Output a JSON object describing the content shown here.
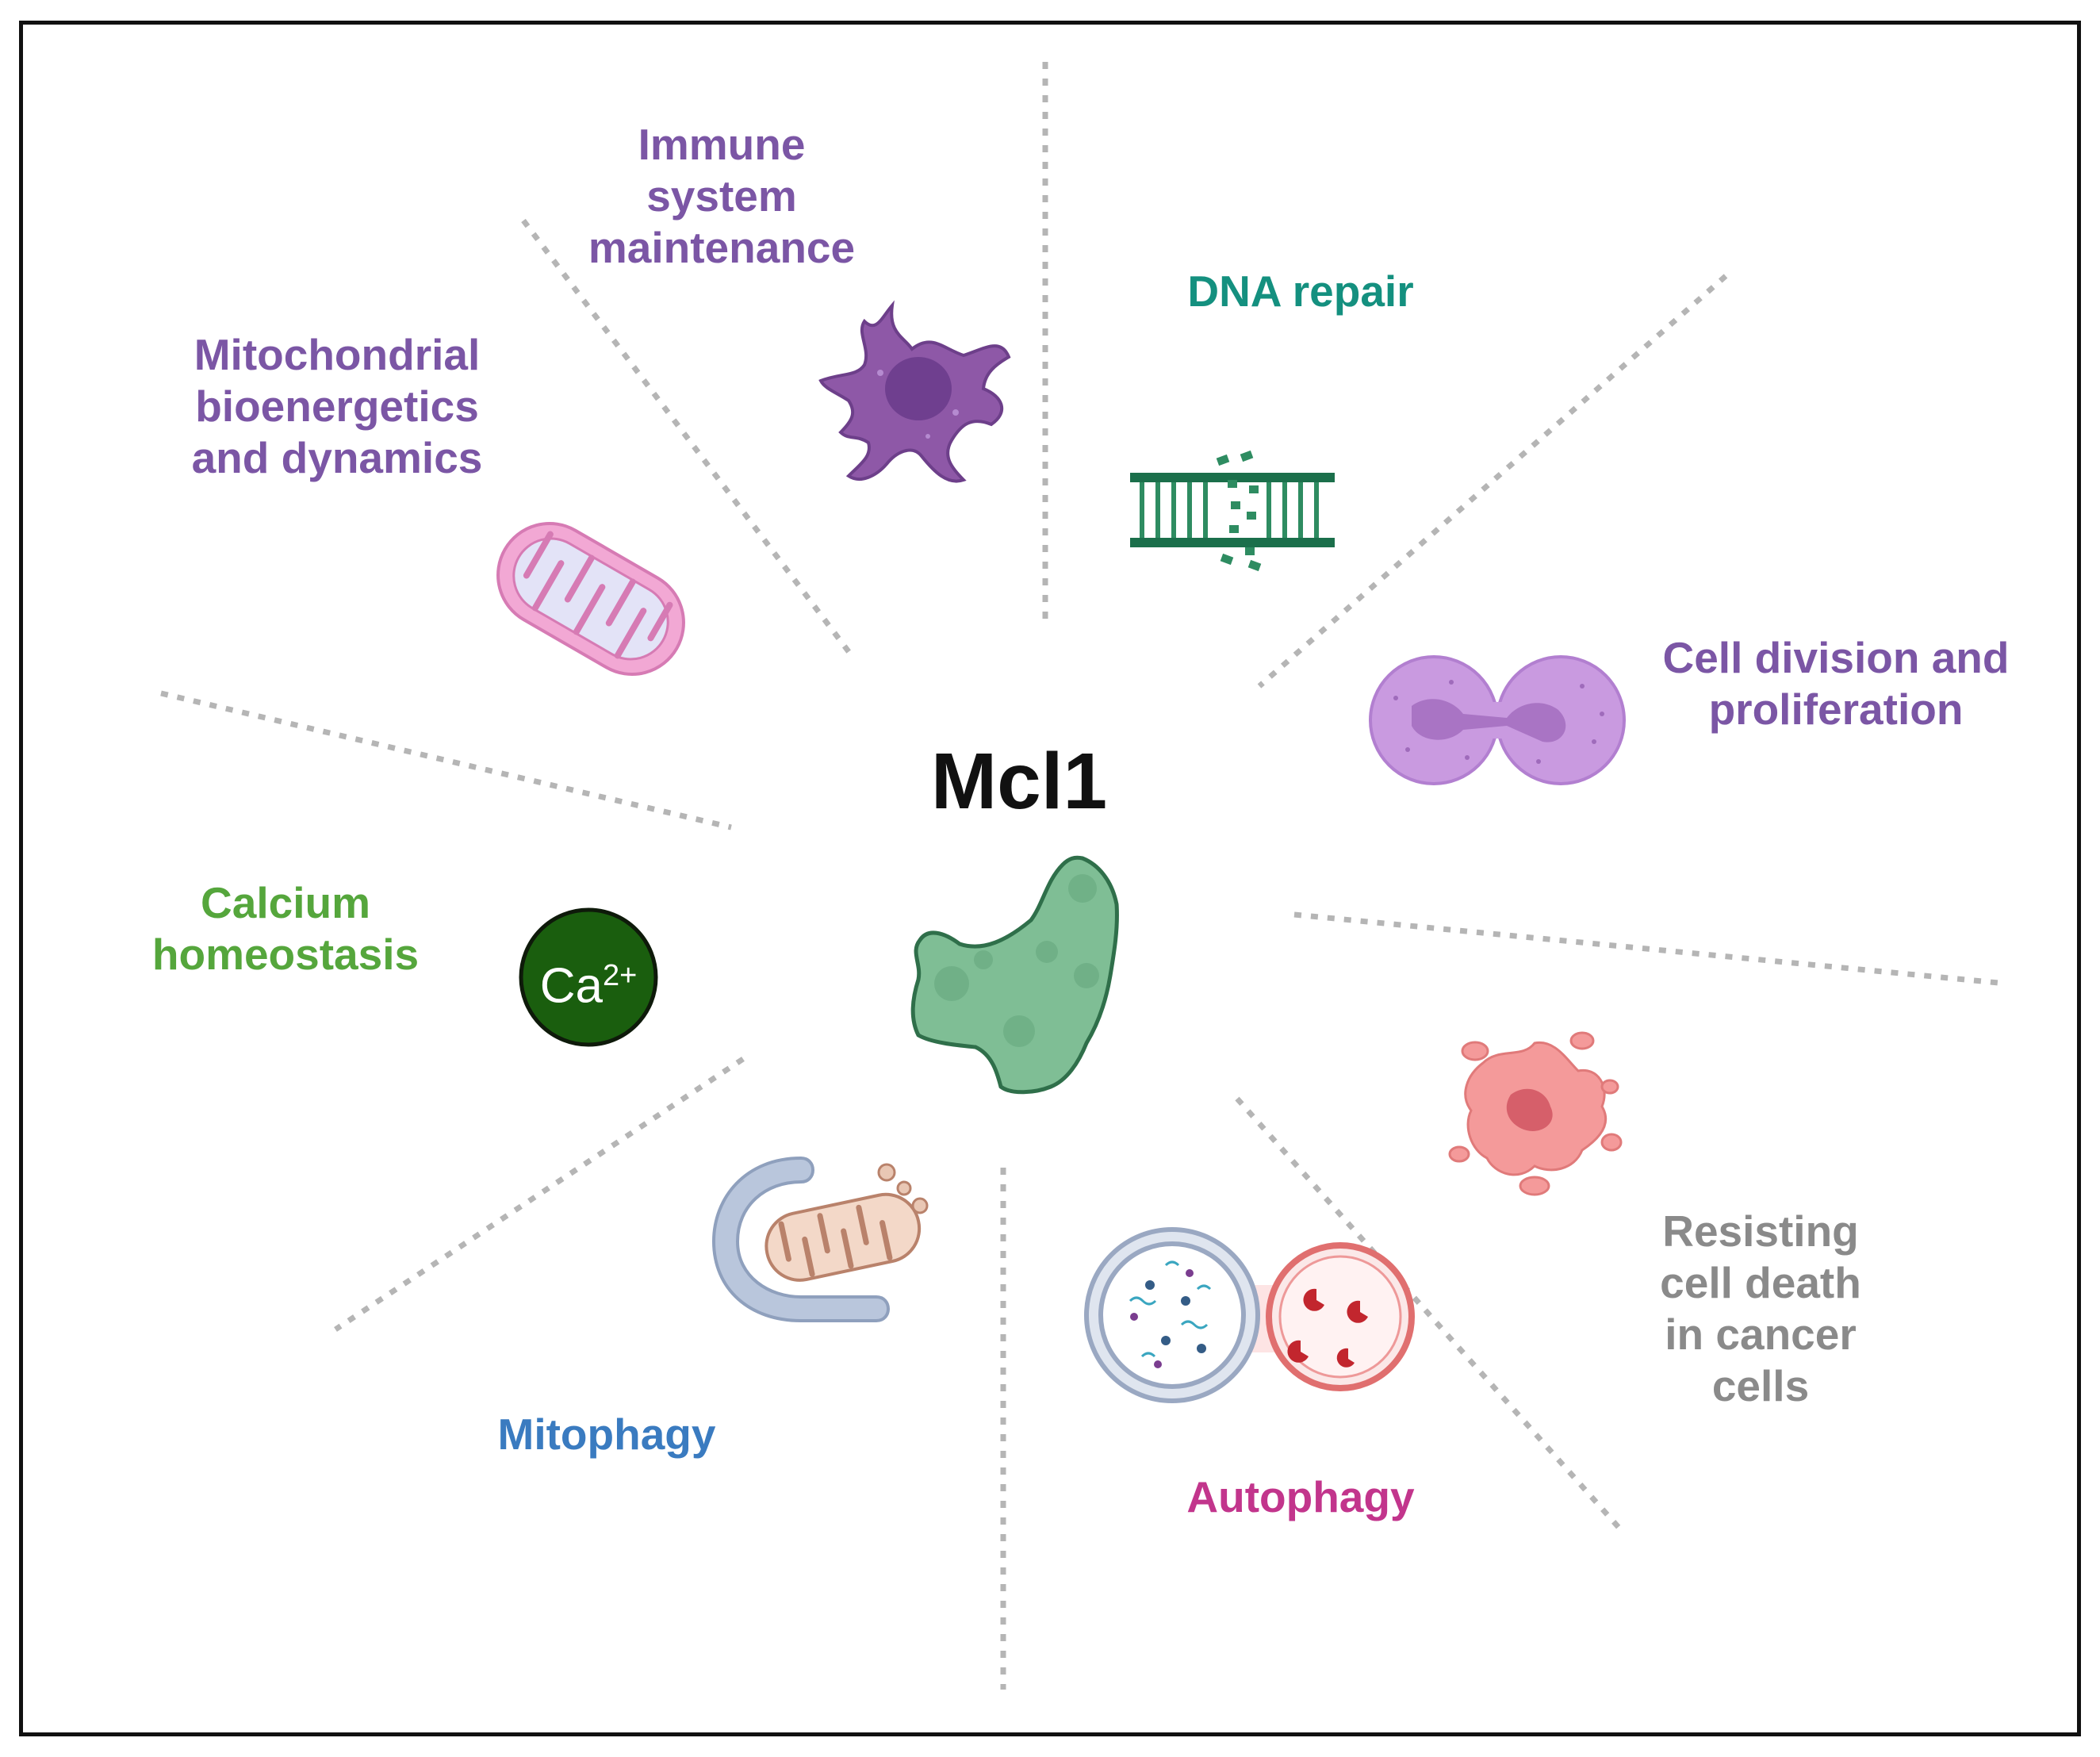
{
  "center": {
    "title": "Mcl1"
  },
  "colors": {
    "purple": "#7b56a5",
    "teal": "#14907f",
    "green": "#55a63c",
    "blue": "#3a7bc0",
    "magenta": "#c2358c",
    "gray": "#8a8a8a",
    "divider": "#b5b5b5",
    "protein": "#7fbe95"
  },
  "functions": [
    {
      "label": "Immune\nsystem\nmaintenance",
      "color": "purple",
      "icon": "dendritic-cell-icon"
    },
    {
      "label": "DNA repair",
      "color": "teal",
      "icon": "dna-helix-icon"
    },
    {
      "label": "Cell division and\nproliferation",
      "color": "purple",
      "icon": "dividing-cell-icon"
    },
    {
      "label": "Resisting\ncell death\nin cancer\ncells",
      "color": "gray",
      "icon": "necrotic-cell-icon"
    },
    {
      "label": "Autophagy",
      "color": "magenta",
      "icon": "autophagosome-icon"
    },
    {
      "label": "Mitophagy",
      "color": "blue",
      "icon": "mitophagy-icon"
    },
    {
      "label": "Calcium\nhomeostasis",
      "color": "green",
      "icon": "calcium-ion-icon"
    },
    {
      "label": "Mitochondrial\nbioenergetics\nand dynamics",
      "color": "purple",
      "icon": "mitochondrion-icon"
    }
  ],
  "calcium_symbol": {
    "base": "Ca",
    "superscript": "2+"
  }
}
